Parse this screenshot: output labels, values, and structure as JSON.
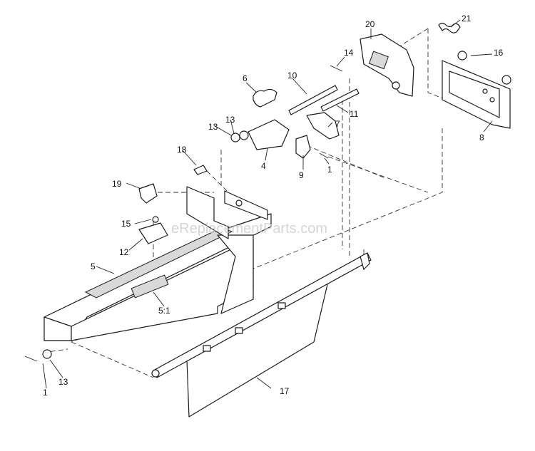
{
  "watermark": "eReplacementParts.com",
  "callouts": [
    {
      "id": "c21",
      "text": "21"
    },
    {
      "id": "c20",
      "text": "20"
    },
    {
      "id": "c14",
      "text": "14"
    },
    {
      "id": "c16",
      "text": "16"
    },
    {
      "id": "c6",
      "text": "6"
    },
    {
      "id": "c10",
      "text": "10"
    },
    {
      "id": "c13a",
      "text": "13"
    },
    {
      "id": "c13b",
      "text": "13"
    },
    {
      "id": "c7",
      "text": "7"
    },
    {
      "id": "c11",
      "text": "11"
    },
    {
      "id": "c8",
      "text": "8"
    },
    {
      "id": "c18",
      "text": "18"
    },
    {
      "id": "c4",
      "text": "4"
    },
    {
      "id": "c9",
      "text": "9"
    },
    {
      "id": "c1a",
      "text": "1"
    },
    {
      "id": "c19",
      "text": "19"
    },
    {
      "id": "c15",
      "text": "15"
    },
    {
      "id": "c12",
      "text": "12"
    },
    {
      "id": "c5",
      "text": "5"
    },
    {
      "id": "c5_1",
      "text": "5:1"
    },
    {
      "id": "c17",
      "text": "17"
    },
    {
      "id": "c1b",
      "text": "1"
    },
    {
      "id": "c13c",
      "text": "13"
    }
  ]
}
